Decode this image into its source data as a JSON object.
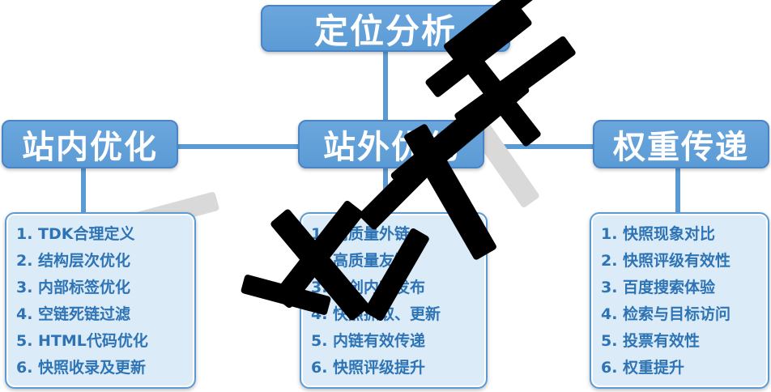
{
  "nodes": {
    "root": {
      "label": "定位分析"
    },
    "onsite": {
      "label": "站内优化"
    },
    "offsite": {
      "label": "站外优化"
    },
    "weight": {
      "label": "权重传递"
    }
  },
  "lists": {
    "onsite": {
      "items": [
        {
          "num": "1.",
          "text": "TDK合理定义"
        },
        {
          "num": "2.",
          "text": "结构层次优化"
        },
        {
          "num": "3.",
          "text": "内部标签优化"
        },
        {
          "num": "4.",
          "text": "空链死链过滤"
        },
        {
          "num": "5.",
          "text": "HTML代码优化"
        },
        {
          "num": "6.",
          "text": "快照收录及更新"
        }
      ]
    },
    "offsite": {
      "items": [
        {
          "num": "1.",
          "text": "高质量外链"
        },
        {
          "num": "2.",
          "text": "高质量友链"
        },
        {
          "num": "3.",
          "text": "原创内容发布"
        },
        {
          "num": "4.",
          "text": "快照抓取、更新"
        },
        {
          "num": "5.",
          "text": "内链有效传递"
        },
        {
          "num": "6.",
          "text": "快照评级提升"
        }
      ]
    },
    "weight": {
      "items": [
        {
          "num": "1.",
          "text": "快照现象对比"
        },
        {
          "num": "2.",
          "text": "快照评级有效性"
        },
        {
          "num": "3.",
          "text": "百度搜索体验"
        },
        {
          "num": "4.",
          "text": "检索与目标访问"
        },
        {
          "num": "5.",
          "text": "投票有效性"
        },
        {
          "num": "6.",
          "text": "权重提升"
        }
      ]
    }
  },
  "colors": {
    "node_fill": "#5B9BD5",
    "node_border": "#4A84C4",
    "list_fill": "#DCEBF8",
    "list_border": "#5B9BD5",
    "list_text": "#2E74B5",
    "connector": "#5B9BD5",
    "watermark": "#000000"
  }
}
